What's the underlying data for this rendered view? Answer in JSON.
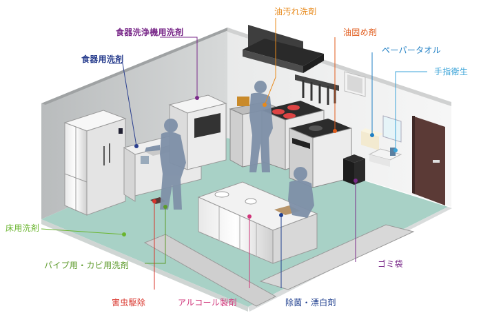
{
  "labels": {
    "dish_detergent": "食器用洗剤",
    "dishwasher_detergent": "食器洗浄機用洗剤",
    "grease_cleaner": "油汚れ洗剤",
    "oil_solidifier": "油固め剤",
    "paper_towel": "ペーパータオル",
    "hand_sanitizer": "手指衛生",
    "floor_cleaner": "床用洗剤",
    "pipe_mold_cleaner": "パイプ用・カビ用洗剤",
    "pest_control": "害虫駆除",
    "alcohol": "アルコール製剤",
    "sterilize_bleach": "除菌・漂白剤",
    "trash_bag": "ゴミ袋"
  },
  "colors": {
    "dish_detergent": "#2a3f8f",
    "dishwasher_detergent": "#7a2a8a",
    "grease_cleaner": "#e8891a",
    "oil_solidifier": "#e05a1a",
    "paper_towel": "#1f7fc4",
    "hand_sanitizer": "#3aa3d8",
    "floor_cleaner": "#6ab52e",
    "pipe_mold_cleaner": "#5c9a2a",
    "pest_control": "#d9342b",
    "alcohol": "#d0357a",
    "sterilize_bleach": "#1f3f8f",
    "trash_bag": "#7a2a8a"
  }
}
